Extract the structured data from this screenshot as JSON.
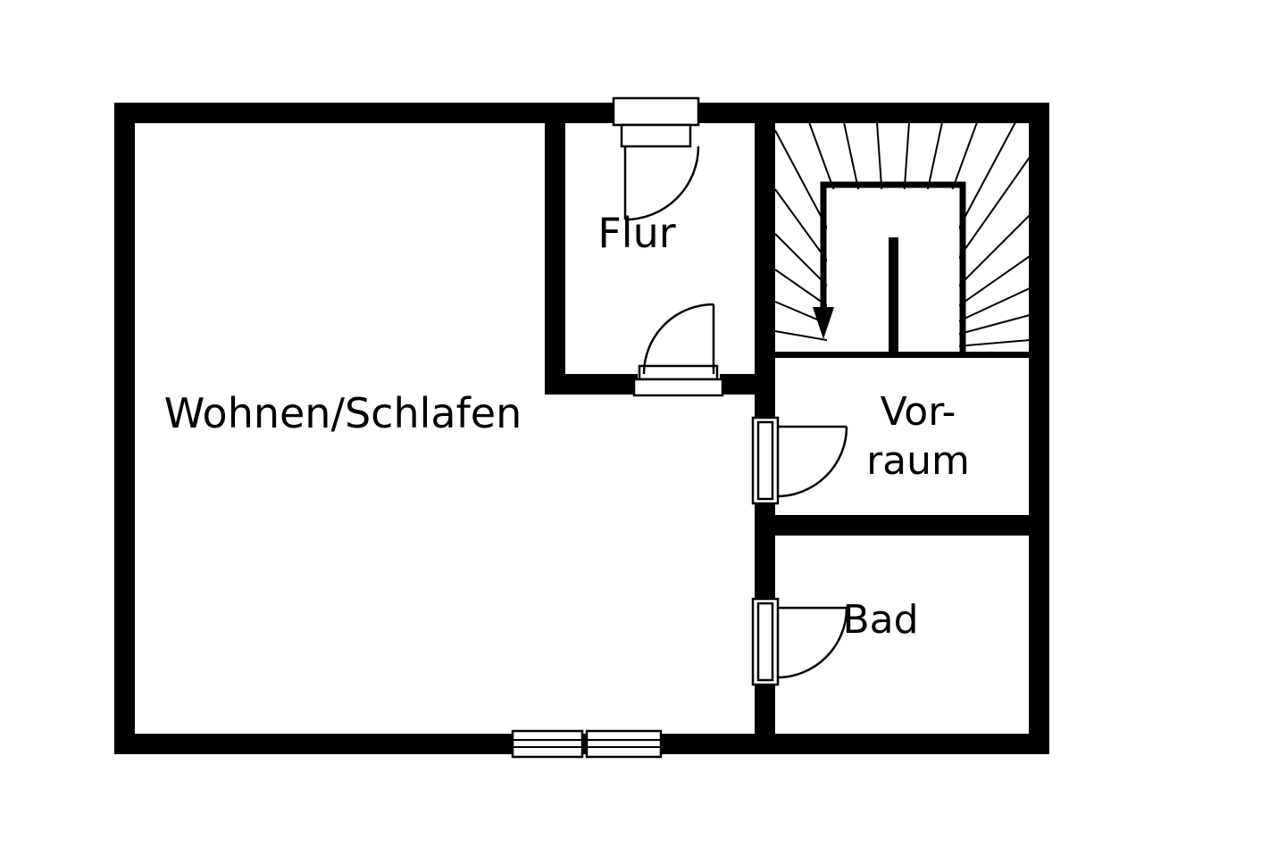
{
  "floorplan": {
    "background_color": "#ffffff",
    "wall_color": "#000000",
    "rooms": {
      "living": {
        "label": "Wohnen/Schlafen"
      },
      "hall": {
        "label": "Flur"
      },
      "anteroom": {
        "label_line1": "Vor-",
        "label_line2": "raum"
      },
      "bath": {
        "label": "Bad"
      }
    },
    "stairs": {
      "direction_arrow": "down"
    }
  }
}
